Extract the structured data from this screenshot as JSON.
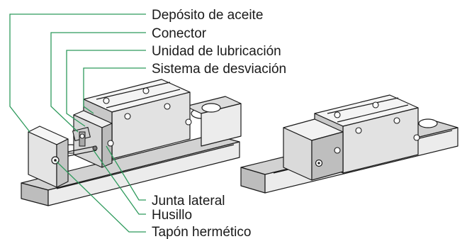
{
  "diagram": {
    "labels": {
      "oil_reservoir": "Depósito de aceite",
      "connector": "Conector",
      "lubrication_unit": "Unidad de lubricación",
      "deflection_system": "Sistema de desviación",
      "side_seal": "Junta lateral",
      "screw": "Husillo",
      "sealing_plug": "Tapón hermético"
    },
    "colors": {
      "leader_line": "#2e9a5c",
      "outline": "#1a1a1a",
      "face_light": "#ffffff",
      "face_mid": "#e6e6e6",
      "face_dark": "#bdbdbd",
      "background": "#ffffff"
    }
  }
}
